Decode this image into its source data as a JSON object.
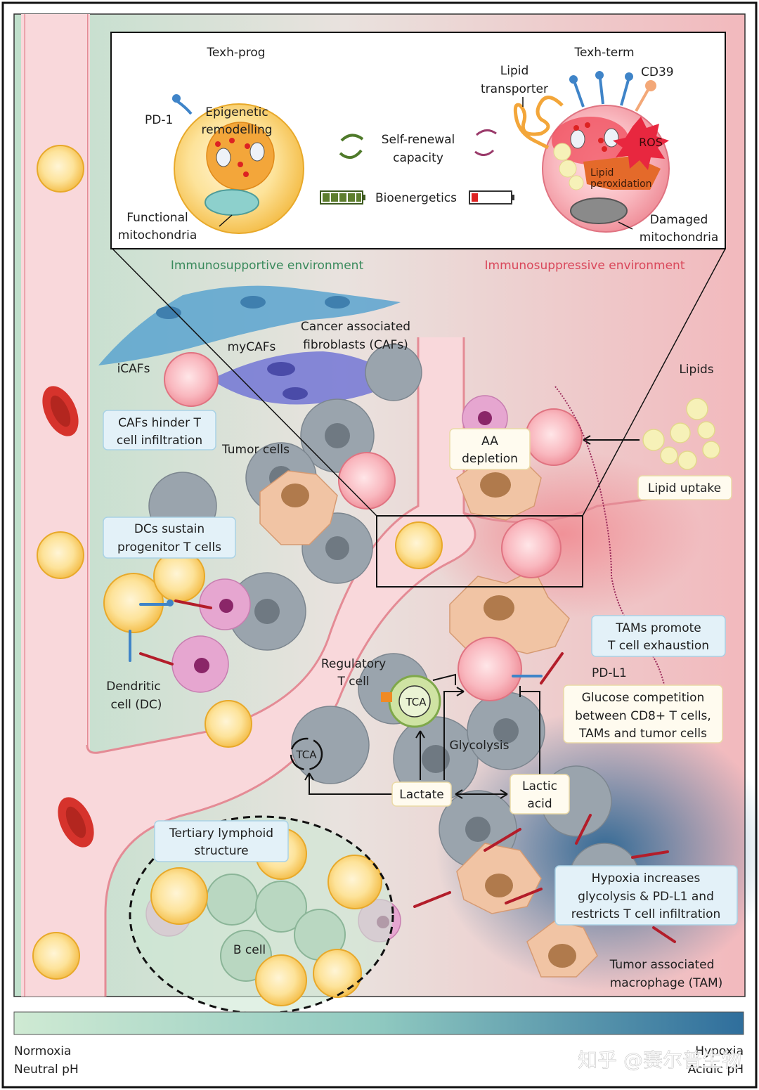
{
  "inset": {
    "left_title": "Texh-prog",
    "right_title": "Texh-term",
    "pd1": "PD-1",
    "epigenetic_1": "Epigenetic",
    "epigenetic_2": "remodelling",
    "functional_1": "Functional",
    "functional_2": "mitochondria",
    "self_renewal_1": "Self-renewal",
    "self_renewal_2": "capacity",
    "bioenergetics": "Bioenergetics",
    "lipid_transporter_1": "Lipid",
    "lipid_transporter_2": "transporter",
    "cd39": "CD39",
    "ros": "ROS",
    "lipid_peroxidation_1": "Lipid",
    "lipid_peroxidation_2": "peroxidation",
    "damaged_1": "Damaged",
    "damaged_2": "mitochondria"
  },
  "environments": {
    "supportive": "Immunosupportive environment",
    "suppressive": "Immunosuppressive environment"
  },
  "labels": {
    "cafs_1": "Cancer associated",
    "cafs_2": "fibroblasts (CAFs)",
    "mycafs": "myCAFs",
    "icafs": "iCAFs",
    "tumor_cells": "Tumor cells",
    "lipids": "Lipids",
    "regulatory_1": "Regulatory",
    "regulatory_2": "T cell",
    "tca_1": "TCA",
    "tca_2": "TCA",
    "glycolysis": "Glycolysis",
    "pdl1": "PD-L1",
    "dendritic_1": "Dendritic",
    "dendritic_2": "cell (DC)",
    "bcell": "B cell",
    "tam_1": "Tumor associated",
    "tam_2": "macrophage (TAM)"
  },
  "boxes": {
    "cafs_hinder_1": "CAFs hinder T",
    "cafs_hinder_2": "cell infiltration",
    "aa_1": "AA",
    "aa_2": "depletion",
    "lipid_uptake": "Lipid uptake",
    "dcs_1": "DCs sustain",
    "dcs_2": "progenitor T cells",
    "tams_1": "TAMs promote",
    "tams_2": "T cell exhaustion",
    "glucose_1": "Glucose competition",
    "glucose_2": "between CD8+ T cells,",
    "glucose_3": "TAMs and tumor cells",
    "lactate": "Lactate",
    "lactic_1": "Lactic",
    "lactic_2": "acid",
    "tls_1": "Tertiary lymphoid",
    "tls_2": "structure",
    "hypoxia_1": "Hypoxia increases",
    "hypoxia_2": "glycolysis & PD-L1 and",
    "hypoxia_3": "restricts T cell infiltration"
  },
  "gradient_bar": {
    "left_1": "Normoxia",
    "left_2": "Neutral pH",
    "right_1": "Hypoxia",
    "right_2": "Acidic pH",
    "watermark": "知乎 @赛尔普生物"
  },
  "colors": {
    "normoxia": "#cfead3",
    "hypoxia": "#2f6e9c",
    "supportive_green": "#3a8a5c",
    "suppressive_red": "#d9475a",
    "vessel": "#f7d3d6",
    "t_cell_yellow": "#f6c65a"
  }
}
